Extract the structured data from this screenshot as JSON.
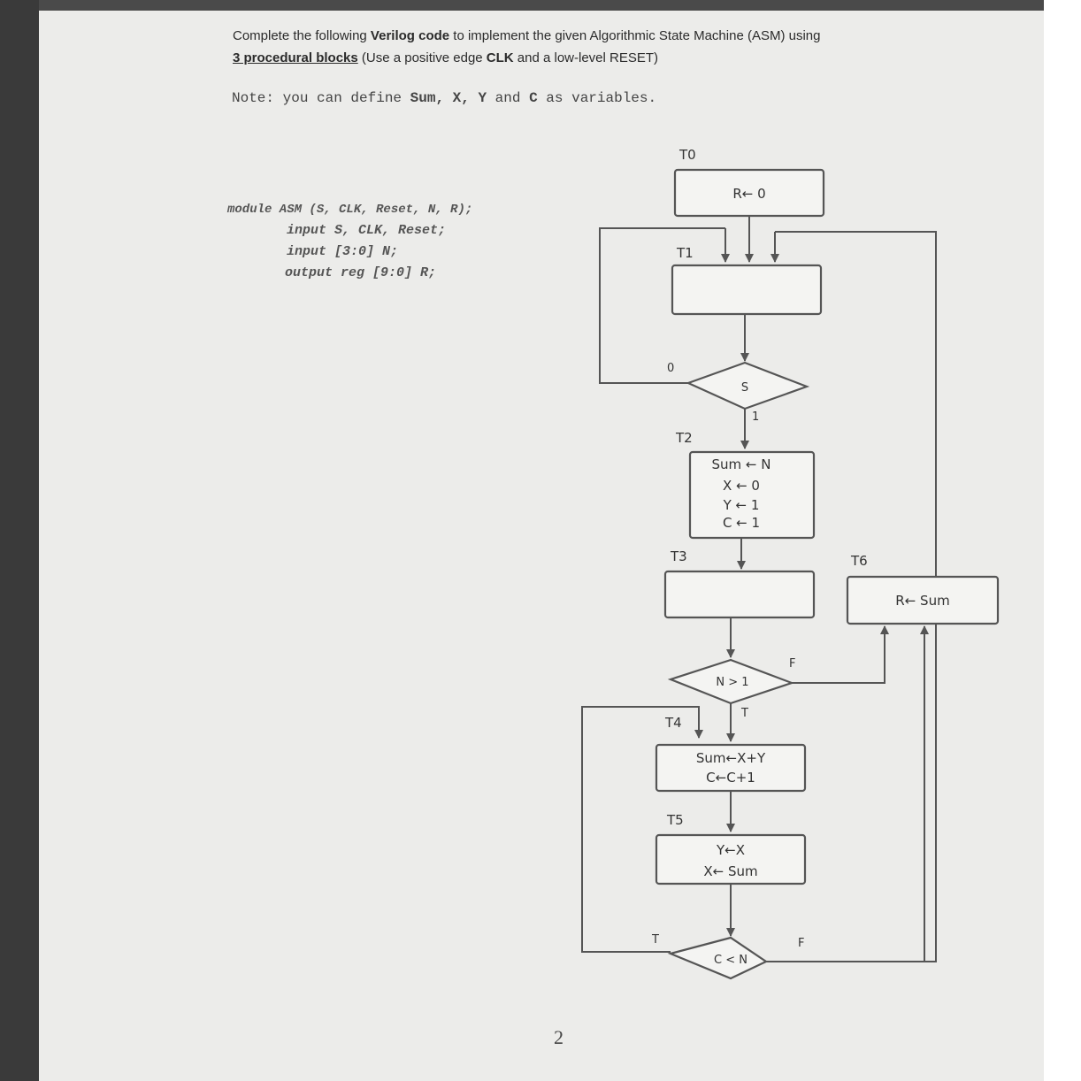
{
  "instructions": {
    "line1_pre": "Complete the following ",
    "line1_bold": "Verilog code",
    "line1_post": " to implement the given Algorithmic State Machine (ASM) using",
    "line2_underline": "3 procedural blocks",
    "line2_pre": " (Use a positive edge ",
    "line2_bold": "CLK",
    "line2_post": " and a low-level RESET)"
  },
  "note": {
    "pre": "Note: you can define ",
    "vars": "Sum, X, Y",
    "mid": " and ",
    "c": "C",
    "post": " as variables."
  },
  "code": {
    "line1": "module ASM (S, CLK, Reset, N, R);",
    "line2": "input S, CLK, Reset;",
    "line3": "input [3:0] N;",
    "line4": "output reg [9:0] R;"
  },
  "asm": {
    "t0": "T0",
    "t1": "T1",
    "t2": "T2",
    "t3": "T3",
    "t4": "T4",
    "t5": "T5",
    "t6": "T6",
    "box_t0": "R← 0",
    "box_t2": [
      "Sum ← N",
      "X ← 0",
      "Y ← 1",
      "C ← 1"
    ],
    "box_t4": [
      "Sum←X+Y",
      "C←C+1"
    ],
    "box_t5": [
      "Y←X",
      "X← Sum"
    ],
    "box_t6": "R← Sum",
    "dec_s": "S",
    "dec_n": "N > 1",
    "dec_c": "C < N",
    "s_zero": "0",
    "s_one": "1",
    "n_false": "F",
    "n_true": "T",
    "c_true": "T",
    "c_false": "F"
  },
  "page_number": "2"
}
